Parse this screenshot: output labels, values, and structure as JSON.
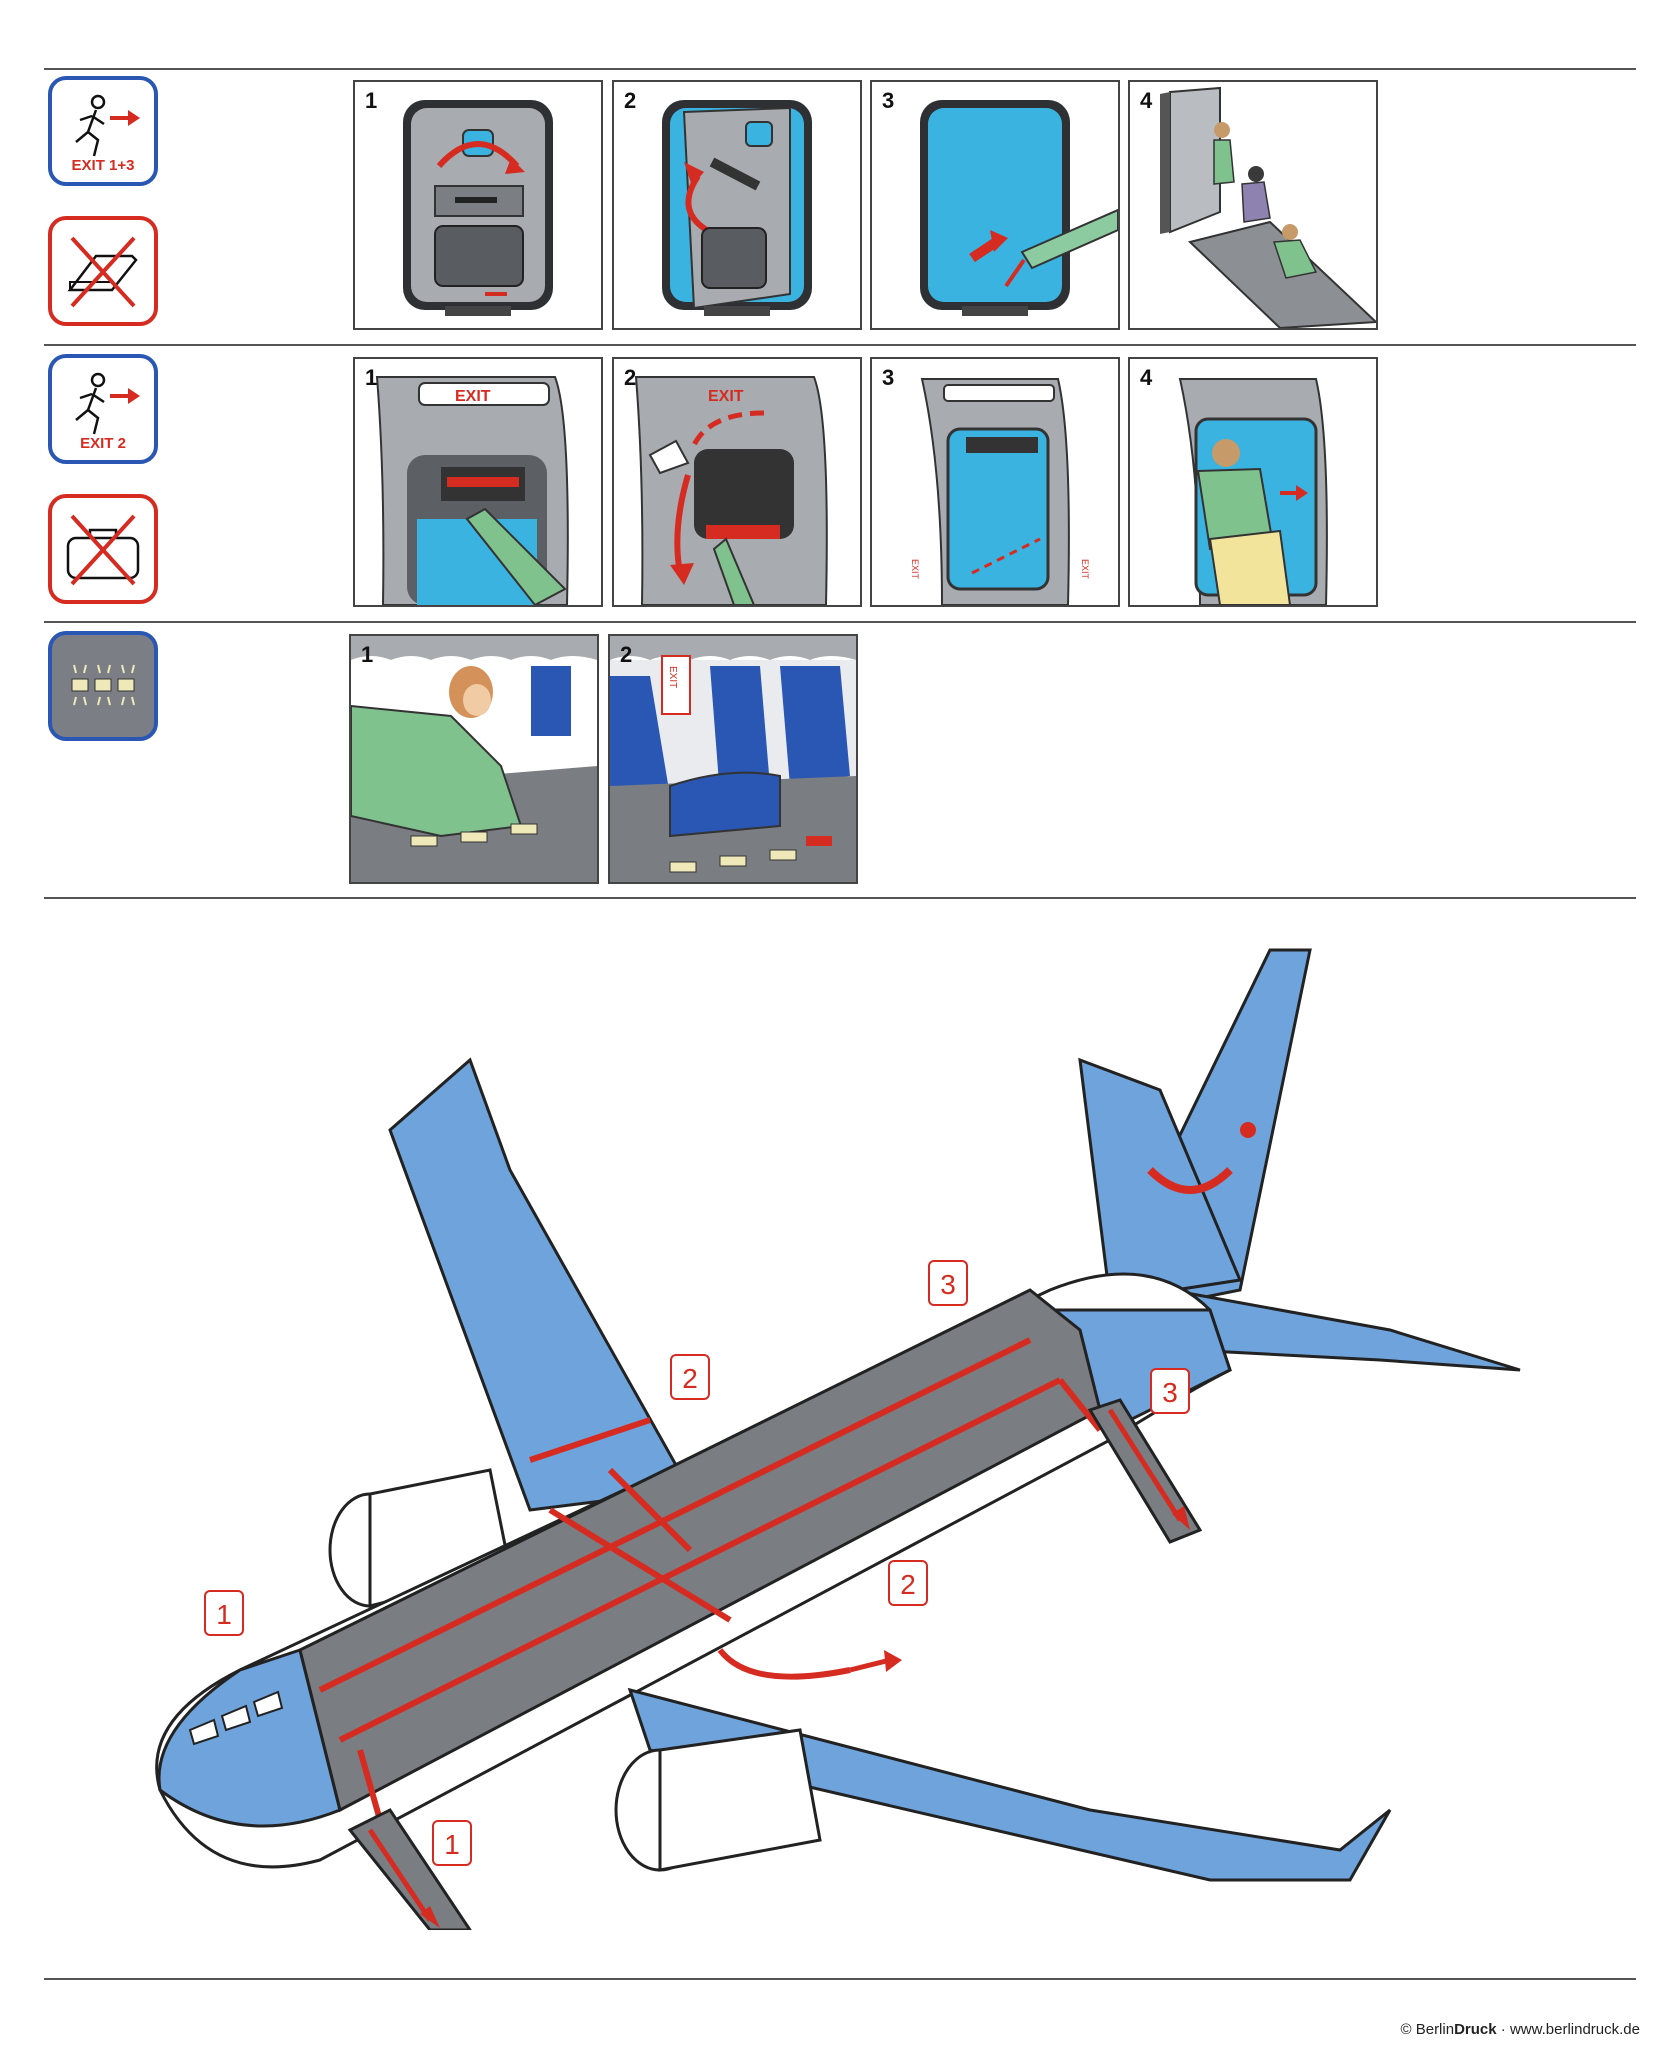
{
  "icons": {
    "exit_1_3": "EXIT 1+3",
    "exit_2": "EXIT 2"
  },
  "door_steps": [
    "1",
    "2",
    "3",
    "4"
  ],
  "window_steps": [
    "1",
    "2",
    "3",
    "4"
  ],
  "floor_steps": [
    "1",
    "2"
  ],
  "signs": {
    "exit": "EXIT",
    "exit_vertical": "EXIT"
  },
  "plane_tags": {
    "front_left": "1",
    "front_right": "1",
    "mid_left": "2",
    "mid_right": "2",
    "rear_left": "3",
    "rear_right": "3"
  },
  "footer": {
    "prefix": "© Berlin",
    "brand": "Druck",
    "site": " · www.berlindruck.de"
  },
  "colors": {
    "accent_red": "#d62b21",
    "exit_blue": "#2a56b4",
    "plane_blue": "#6fa3dc",
    "cabin_gray": "#7a7d82"
  }
}
